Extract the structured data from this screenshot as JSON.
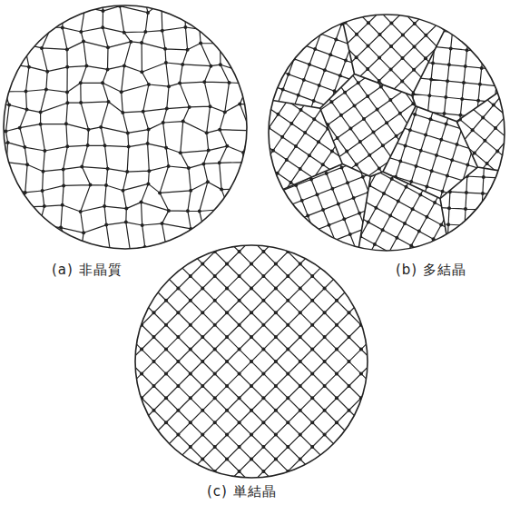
{
  "diagram": {
    "labels": [
      "(a) 非晶質",
      "(b) 多結晶",
      "(c) 単結晶"
    ]
  }
}
